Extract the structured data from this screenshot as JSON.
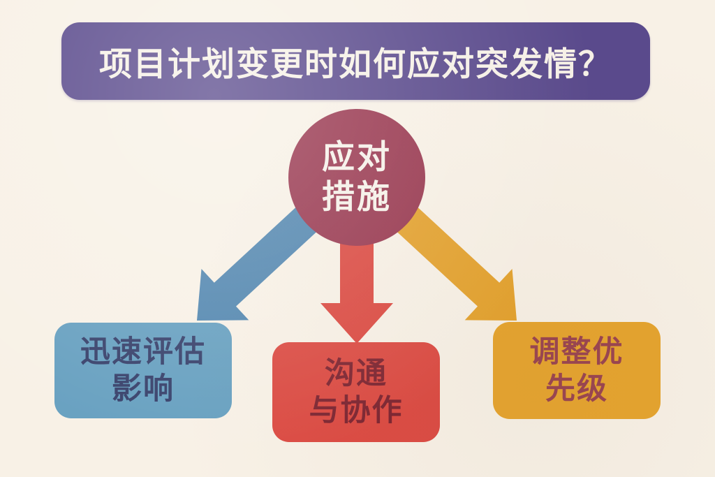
{
  "title_banner": {
    "label": "项目计划变更时如何应对突发情？",
    "bg_color": "#5a4a8c",
    "text_color": "#f6f1e7"
  },
  "center_node": {
    "label": "应对措施",
    "lines": [
      "应对",
      "措施"
    ],
    "bg_color": "#993850",
    "text_color": "#f7f2ea"
  },
  "arrows": [
    {
      "name": "arrow-down-left",
      "direction": "down-left",
      "color": "#5387b0"
    },
    {
      "name": "arrow-down",
      "direction": "down",
      "color": "#dc4b43"
    },
    {
      "name": "arrow-down-right",
      "direction": "down-right",
      "color": "#e4a22e"
    }
  ],
  "branches": [
    {
      "label": "迅速评估影响",
      "lines": [
        "迅速评估",
        "影响"
      ],
      "bg_color": "#67a0c0",
      "text_color": "#37406a"
    },
    {
      "label": "沟通与协作",
      "lines": [
        "沟通",
        "与协作"
      ],
      "bg_color": "#dc4b43",
      "text_color": "#7d2531"
    },
    {
      "label": "调整优先级",
      "lines": [
        "调整优",
        "先级"
      ],
      "bg_color": "#e6a42e",
      "text_color": "#9a4450"
    }
  ],
  "background_color": "#f8f1e6"
}
